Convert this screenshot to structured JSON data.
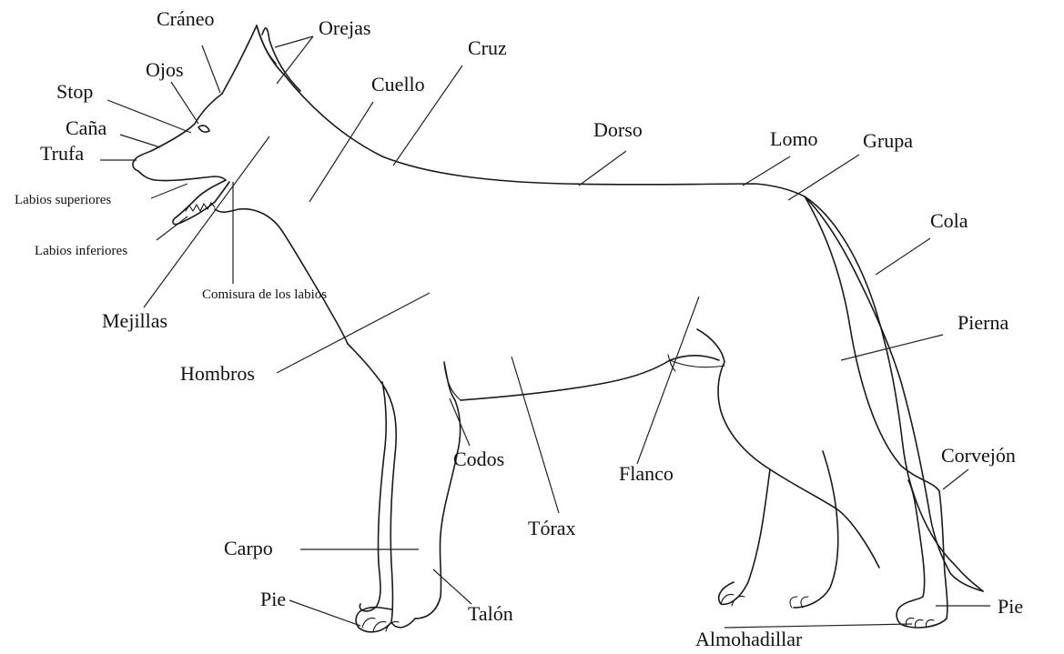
{
  "labels": {
    "craneo": "Cráneo",
    "orejas": "Orejas",
    "cruz": "Cruz",
    "ojos": "Ojos",
    "stop": "Stop",
    "cana": "Caña",
    "trufa": "Trufa",
    "labios_superiores": "Labios superiores",
    "labios_inferiores": "Labios inferiores",
    "cuello": "Cuello",
    "dorso": "Dorso",
    "lomo": "Lomo",
    "grupa": "Grupa",
    "cola": "Cola",
    "pierna": "Pierna",
    "comisura": "Comisura de los labios",
    "mejillas": "Mejillas",
    "hombros": "Hombros",
    "codos": "Codos",
    "flanco": "Flanco",
    "corvejon": "Corvejón",
    "torax": "Tórax",
    "carpo": "Carpo",
    "pie_delantero": "Pie",
    "talon": "Talón",
    "pie_trasero": "Pie",
    "almohadillar": "Almohadillar"
  }
}
